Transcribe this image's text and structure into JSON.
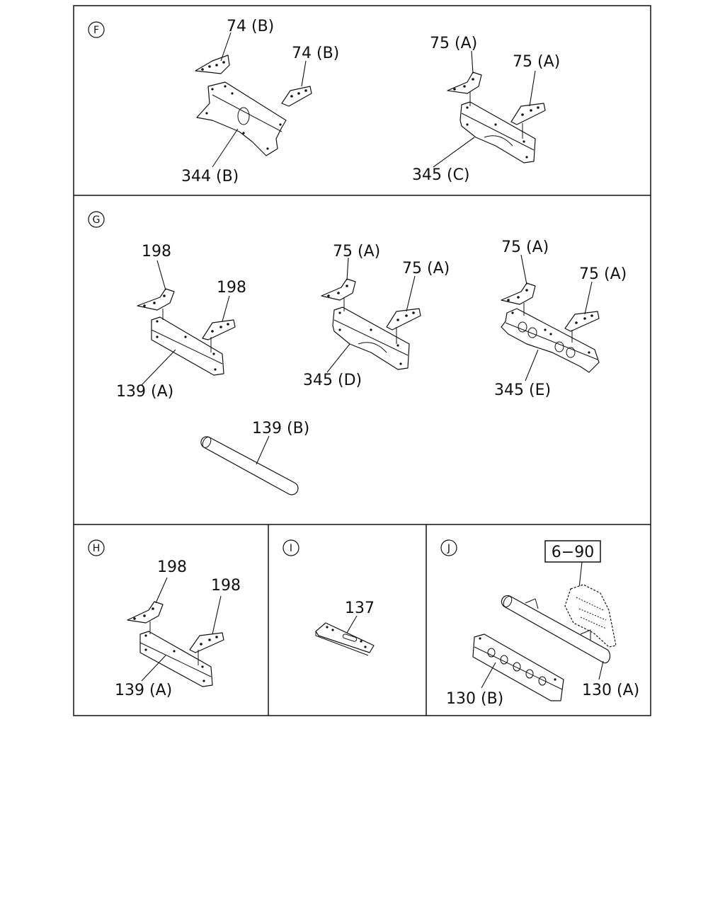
{
  "sections": {
    "F": {
      "letter": "F",
      "labels": [
        "74 (B)",
        "74 (B)",
        "344 (B)",
        "75 (A)",
        "75 (A)",
        "345 (C)"
      ]
    },
    "G": {
      "letter": "G",
      "labels": [
        "198",
        "198",
        "139 (A)",
        "75 (A)",
        "75 (A)",
        "345 (D)",
        "75 (A)",
        "75 (A)",
        "345 (E)",
        "139 (B)"
      ]
    },
    "H": {
      "letter": "H",
      "labels": [
        "198",
        "198",
        "139 (A)"
      ]
    },
    "I": {
      "letter": "I",
      "labels": [
        "137"
      ]
    },
    "J": {
      "letter": "J",
      "labels": [
        "6−90",
        "130 (B)",
        "130 (A)"
      ]
    }
  }
}
